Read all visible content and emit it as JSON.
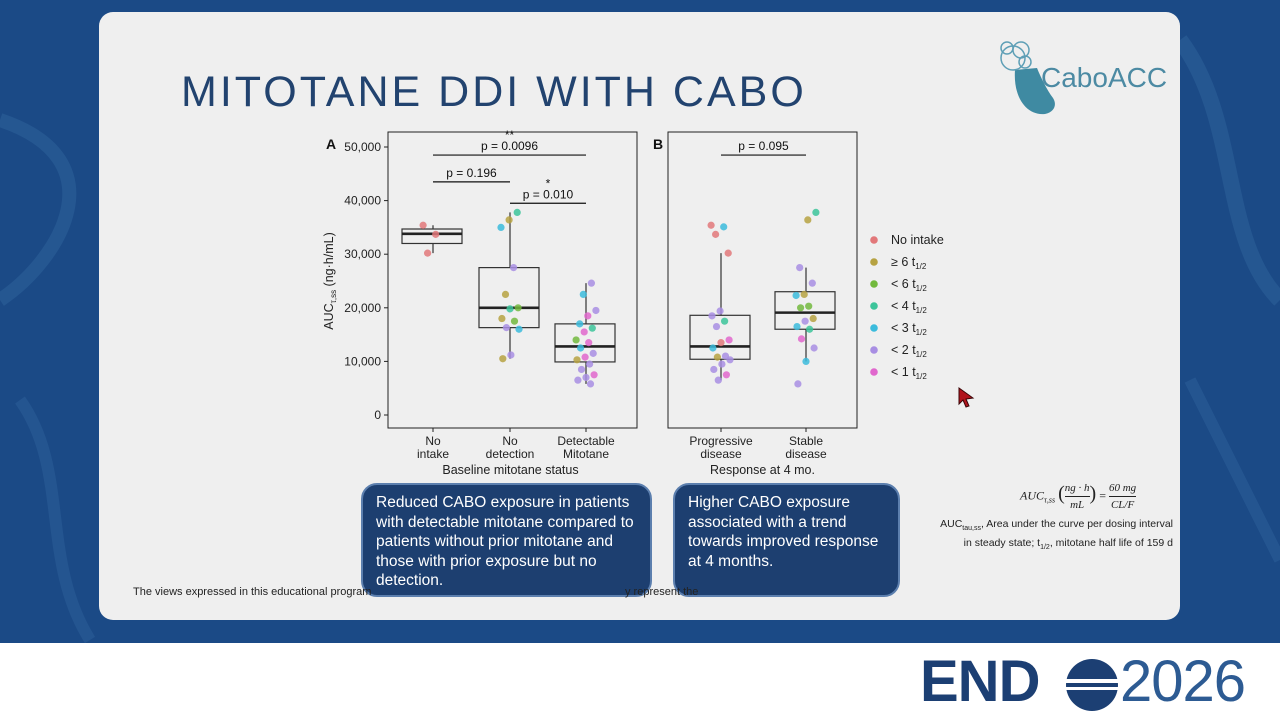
{
  "slide": {
    "title": "MITOTANE DDI WITH CABO",
    "logo": "CaboACC",
    "callout_left": "Reduced CABO exposure in patients with detectable mitotane compared to patients without prior mitotane and those with prior exposure but no detection.",
    "callout_right": "Higher CABO exposure associated with a trend towards improved response at 4 months.",
    "disclaimer": "The views expressed in this educational program",
    "disclaimer_tail": "y represent the",
    "formula_lhs": "AUC",
    "formula_lhs_sub": "τ,ss",
    "formula_unit_num": "ng · h",
    "formula_unit_den": "mL",
    "formula_rhs_num": "60 mg",
    "formula_rhs_den": "CL/F",
    "footnote_line1_pre": "AUC",
    "footnote_line1_sub": "tau,ss",
    "footnote_line1_post": ", Area under the curve per dosing interval",
    "footnote_line2_pre": "in steady state; t",
    "footnote_line2_sub": "1/2",
    "footnote_line2_post": ", mitotane half life of 159 d",
    "footer_brand": "END",
    "footer_year": "2026"
  },
  "colors": {
    "slide_bg": "#efefef",
    "title": "#22436f",
    "callout_bg": "#1d3f70",
    "page_bg": "#1b4a86"
  },
  "chart_data": [
    {
      "type": "box",
      "panel_label": "A",
      "xlabel": "Baseline mitotane status",
      "ylabel": "AUC",
      "ylabel_sub": "τ,ss",
      "ylabel_unit": "(ng·h/mL)",
      "ylim": [
        0,
        52000
      ],
      "yticks": [
        0,
        10000,
        20000,
        30000,
        40000,
        50000
      ],
      "ytick_labels": [
        "0",
        "10,000",
        "20,000",
        "30,000",
        "40,000",
        "50,000"
      ],
      "categories": [
        [
          "No",
          "intake"
        ],
        [
          "No",
          "detection"
        ],
        [
          "Detectable",
          "Mitotane"
        ]
      ],
      "boxes": [
        {
          "q1": 32000,
          "median": 33800,
          "q3": 34700,
          "whisker_low": 30200,
          "whisker_high": 35400
        },
        {
          "q1": 16300,
          "median": 20000,
          "q3": 27500,
          "whisker_low": 10500,
          "whisker_high": 37800
        },
        {
          "q1": 9900,
          "median": 12800,
          "q3": 17000,
          "whisker_low": 5800,
          "whisker_high": 24600
        }
      ],
      "points": [
        {
          "cat": 0,
          "y": 35400,
          "g": 0
        },
        {
          "cat": 0,
          "y": 33700,
          "g": 0
        },
        {
          "cat": 0,
          "y": 30200,
          "g": 0
        },
        {
          "cat": 1,
          "y": 37800,
          "g": 3
        },
        {
          "cat": 1,
          "y": 36400,
          "g": 1
        },
        {
          "cat": 1,
          "y": 35000,
          "g": 4
        },
        {
          "cat": 1,
          "y": 27500,
          "g": 5
        },
        {
          "cat": 1,
          "y": 22500,
          "g": 1
        },
        {
          "cat": 1,
          "y": 20000,
          "g": 2
        },
        {
          "cat": 1,
          "y": 19800,
          "g": 3
        },
        {
          "cat": 1,
          "y": 18000,
          "g": 1
        },
        {
          "cat": 1,
          "y": 17500,
          "g": 2
        },
        {
          "cat": 1,
          "y": 16300,
          "g": 5
        },
        {
          "cat": 1,
          "y": 16000,
          "g": 4
        },
        {
          "cat": 1,
          "y": 11200,
          "g": 5
        },
        {
          "cat": 1,
          "y": 10500,
          "g": 1
        },
        {
          "cat": 2,
          "y": 24600,
          "g": 5
        },
        {
          "cat": 2,
          "y": 22500,
          "g": 4
        },
        {
          "cat": 2,
          "y": 19500,
          "g": 5
        },
        {
          "cat": 2,
          "y": 18500,
          "g": 6
        },
        {
          "cat": 2,
          "y": 17000,
          "g": 4
        },
        {
          "cat": 2,
          "y": 16200,
          "g": 3
        },
        {
          "cat": 2,
          "y": 15500,
          "g": 6
        },
        {
          "cat": 2,
          "y": 14000,
          "g": 2
        },
        {
          "cat": 2,
          "y": 13500,
          "g": 6
        },
        {
          "cat": 2,
          "y": 12500,
          "g": 4
        },
        {
          "cat": 2,
          "y": 11500,
          "g": 5
        },
        {
          "cat": 2,
          "y": 10800,
          "g": 6
        },
        {
          "cat": 2,
          "y": 10300,
          "g": 1
        },
        {
          "cat": 2,
          "y": 9500,
          "g": 5
        },
        {
          "cat": 2,
          "y": 8500,
          "g": 5
        },
        {
          "cat": 2,
          "y": 7500,
          "g": 6
        },
        {
          "cat": 2,
          "y": 7000,
          "g": 5
        },
        {
          "cat": 2,
          "y": 6500,
          "g": 5
        },
        {
          "cat": 2,
          "y": 5800,
          "g": 5
        }
      ],
      "annotations": [
        {
          "from": 0,
          "to": 2,
          "y": 48500,
          "label": "p = 0.0096",
          "stars": "**"
        },
        {
          "from": 0,
          "to": 1,
          "y": 43500,
          "label": "p = 0.196",
          "stars": ""
        },
        {
          "from": 1,
          "to": 2,
          "y": 39500,
          "label": "p = 0.010",
          "stars": "*"
        }
      ]
    },
    {
      "type": "box",
      "panel_label": "B",
      "xlabel": "Response at 4 mo.",
      "ylim": [
        0,
        52000
      ],
      "categories": [
        [
          "Progressive",
          "disease"
        ],
        [
          "Stable",
          "disease"
        ]
      ],
      "boxes": [
        {
          "q1": 10400,
          "median": 12800,
          "q3": 18600,
          "whisker_low": 6500,
          "whisker_high": 30200
        },
        {
          "q1": 16000,
          "median": 19100,
          "q3": 23000,
          "whisker_low": 10000,
          "whisker_high": 27500
        }
      ],
      "points": [
        {
          "cat": 0,
          "y": 35400,
          "g": 0
        },
        {
          "cat": 0,
          "y": 35100,
          "g": 4
        },
        {
          "cat": 0,
          "y": 33700,
          "g": 0
        },
        {
          "cat": 0,
          "y": 30200,
          "g": 0
        },
        {
          "cat": 0,
          "y": 19400,
          "g": 5
        },
        {
          "cat": 0,
          "y": 18500,
          "g": 5
        },
        {
          "cat": 0,
          "y": 17500,
          "g": 3
        },
        {
          "cat": 0,
          "y": 16500,
          "g": 5
        },
        {
          "cat": 0,
          "y": 14000,
          "g": 6
        },
        {
          "cat": 0,
          "y": 13500,
          "g": 0
        },
        {
          "cat": 0,
          "y": 12500,
          "g": 4
        },
        {
          "cat": 0,
          "y": 11000,
          "g": 5
        },
        {
          "cat": 0,
          "y": 10800,
          "g": 1
        },
        {
          "cat": 0,
          "y": 10300,
          "g": 5
        },
        {
          "cat": 0,
          "y": 9500,
          "g": 5
        },
        {
          "cat": 0,
          "y": 8500,
          "g": 5
        },
        {
          "cat": 0,
          "y": 7500,
          "g": 6
        },
        {
          "cat": 0,
          "y": 6500,
          "g": 5
        },
        {
          "cat": 1,
          "y": 37800,
          "g": 3
        },
        {
          "cat": 1,
          "y": 36400,
          "g": 1
        },
        {
          "cat": 1,
          "y": 27500,
          "g": 5
        },
        {
          "cat": 1,
          "y": 24600,
          "g": 5
        },
        {
          "cat": 1,
          "y": 22500,
          "g": 1
        },
        {
          "cat": 1,
          "y": 22300,
          "g": 4
        },
        {
          "cat": 1,
          "y": 20300,
          "g": 2
        },
        {
          "cat": 1,
          "y": 20000,
          "g": 2
        },
        {
          "cat": 1,
          "y": 18000,
          "g": 1
        },
        {
          "cat": 1,
          "y": 17500,
          "g": 5
        },
        {
          "cat": 1,
          "y": 16500,
          "g": 4
        },
        {
          "cat": 1,
          "y": 16000,
          "g": 3
        },
        {
          "cat": 1,
          "y": 14200,
          "g": 6
        },
        {
          "cat": 1,
          "y": 12500,
          "g": 5
        },
        {
          "cat": 1,
          "y": 10000,
          "g": 4
        },
        {
          "cat": 1,
          "y": 5800,
          "g": 5
        }
      ],
      "annotations": [
        {
          "from": 0,
          "to": 1,
          "y": 48500,
          "label": "p = 0.095",
          "stars": ""
        }
      ]
    }
  ],
  "legend": {
    "placement": "right",
    "items": [
      {
        "label": "No intake",
        "sub": "",
        "color": "#e2787a"
      },
      {
        "label": "≥ 6 t",
        "sub": "1/2",
        "color": "#b6a242"
      },
      {
        "label": "< 6 t",
        "sub": "1/2",
        "color": "#72b93d"
      },
      {
        "label": "< 4 t",
        "sub": "1/2",
        "color": "#3cc49a"
      },
      {
        "label": "< 3 t",
        "sub": "1/2",
        "color": "#3bbbdc"
      },
      {
        "label": "< 2 t",
        "sub": "1/2",
        "color": "#a88ee3"
      },
      {
        "label": "< 1 t",
        "sub": "1/2",
        "color": "#e067cd"
      }
    ]
  }
}
